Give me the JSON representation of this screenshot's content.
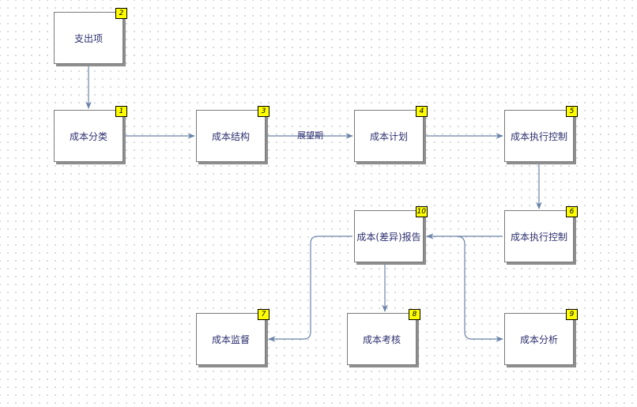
{
  "diagram": {
    "nodes": [
      {
        "id": "n2",
        "label": "支出项",
        "badge": "2"
      },
      {
        "id": "n1",
        "label": "成本分类",
        "badge": "1"
      },
      {
        "id": "n3",
        "label": "成本结构",
        "badge": "3"
      },
      {
        "id": "n4",
        "label": "成本计划",
        "badge": "4"
      },
      {
        "id": "n5",
        "label": "成本执行控制",
        "badge": "5"
      },
      {
        "id": "n6",
        "label": "成本执行控制",
        "badge": "6"
      },
      {
        "id": "n10",
        "label": "成本(差异)报告",
        "badge": "10"
      },
      {
        "id": "n7",
        "label": "成本监督",
        "badge": "7"
      },
      {
        "id": "n8",
        "label": "成本考核",
        "badge": "8"
      },
      {
        "id": "n9",
        "label": "成本分析",
        "badge": "9"
      }
    ],
    "edges": [
      {
        "from": "支出项",
        "to": "成本分类",
        "label": ""
      },
      {
        "from": "成本分类",
        "to": "成本结构",
        "label": ""
      },
      {
        "from": "成本结构",
        "to": "成本计划",
        "label": "展望期"
      },
      {
        "from": "成本计划",
        "to": "成本执行控制 (5)",
        "label": ""
      },
      {
        "from": "成本执行控制 (5)",
        "to": "成本执行控制 (6)",
        "label": ""
      },
      {
        "from": "成本执行控制 (6)",
        "to": "成本(差异)报告",
        "label": ""
      },
      {
        "from": "成本(差异)报告",
        "to": "成本监督",
        "label": ""
      },
      {
        "from": "成本(差异)报告",
        "to": "成本考核",
        "label": ""
      },
      {
        "from": "成本(差异)报告",
        "to": "成本分析",
        "label": ""
      }
    ],
    "edge_color": "#6b84a8",
    "badge_color": "#ffff00",
    "text_color": "#2c2f6e"
  }
}
